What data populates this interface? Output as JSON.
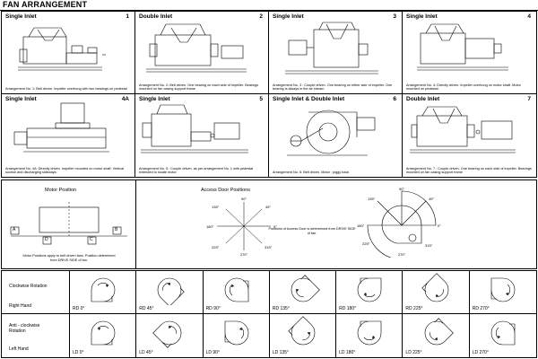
{
  "page_title": "FAN ARRANGEMENT",
  "arrangements": [
    {
      "title": "Single Inlet",
      "num": "1",
      "desc": "Arrangement No. 1: Belt driven. Impeller overhung with two bearings on pedestal"
    },
    {
      "title": "Double Inlet",
      "num": "2",
      "desc": "Arrangement No. 2: Belt driven. One bearing on each side of impeller. Bearings mounted on fan casing support frame"
    },
    {
      "title": "Single Inlet",
      "num": "3",
      "desc": "Arrangement No. 3 : Couple driven. One bearing on either side of impeller. One bearing is always in the air stream"
    },
    {
      "title": "Single Inlet",
      "num": "4",
      "desc": "Arrangement No. 4: Directly driven. Impeller overhung on motor shaft. Motor mounted on pedestal."
    },
    {
      "title": "Single Inlet",
      "num": "4A",
      "desc": "Arrangement No. 4A: Directly driven. Impeller mounted on motor shaft. Vertical suction and discharging sideways."
    },
    {
      "title": "Single Inlet",
      "num": "5",
      "desc": "Arrangement No. 5 : Couple driven. as per arrangement No. 1 with pedestal extended to locate motor"
    },
    {
      "title": "Single Inlet & Double Inlet",
      "num": "6",
      "desc": "Arrangement No. 6: Belt driven. Motor : piggy back"
    },
    {
      "title": "Double Inlet",
      "num": "7",
      "desc": "Arrangement No. 7 : Couple driven. One bearing on each side of impeller. Bearings mounted on fan casing support frame"
    }
  ],
  "motor_position": {
    "title": "Motor Position",
    "labels": [
      "A",
      "B",
      "D",
      "C"
    ],
    "note": "Motor Positions apply to belt driven fans. Position determined from DRIVE SIDE of fan."
  },
  "access_door": {
    "title": "Access Door Positions",
    "angles": [
      "90°",
      "45°",
      "0°",
      "315°",
      "270°",
      "225°",
      "180°",
      "135°"
    ],
    "note": "Positions of Access Door is determined from DRIVE SIDE of fan."
  },
  "rotation": {
    "clockwise_label": "Clockwise Rotation",
    "right_hand_label": "Right Hand",
    "anticlockwise_label": "Anti - clockwise Rotation",
    "left_hand_label": "Left Hand",
    "rd": [
      "RD 0°",
      "RD 45°",
      "RD 90°",
      "RD 135°",
      "RD 180°",
      "RD 225°",
      "RD 270°"
    ],
    "ld": [
      "LD 0°",
      "LD 45°",
      "LD 90°",
      "LD 135°",
      "LD 180°",
      "LD 225°",
      "LD 270°"
    ]
  }
}
